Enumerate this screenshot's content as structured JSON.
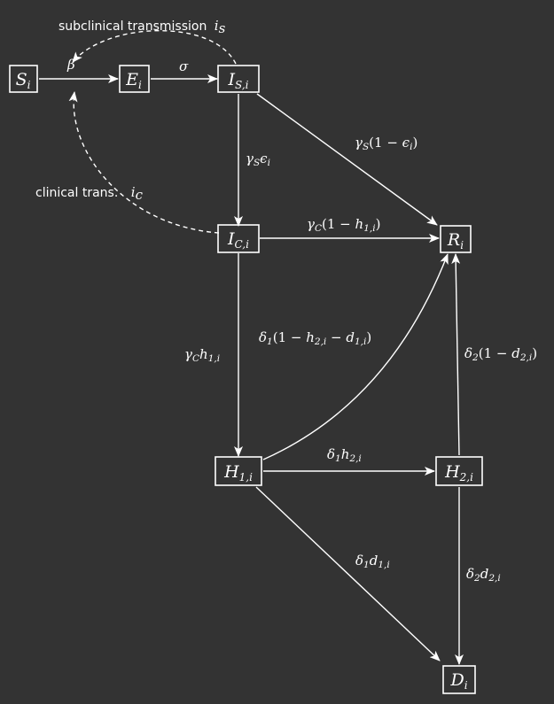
{
  "colors": {
    "background": "#333333",
    "foreground": "#ffffff"
  },
  "nodes": {
    "S": {
      "main": "S",
      "sub": "i"
    },
    "E": {
      "main": "E",
      "sub": "i"
    },
    "IS": {
      "main": "I",
      "sub": "S,i"
    },
    "IC": {
      "main": "I",
      "sub": "C,i"
    },
    "R": {
      "main": "R",
      "sub": "i"
    },
    "H1": {
      "main": "H",
      "sub": "1,i"
    },
    "H2": {
      "main": "H",
      "sub": "2,i"
    },
    "D": {
      "main": "D",
      "sub": "i"
    }
  },
  "labels": {
    "subclinical_text": "subclinical transmission",
    "subclinical_symbol": {
      "main": "i",
      "sub": "s"
    },
    "clinical_text": "clinical trans.",
    "clinical_symbol": {
      "main": "i",
      "sub": "c"
    },
    "beta": "β",
    "sigma": "σ",
    "gamma_s_eps": {
      "a": "γ",
      "a_sub": "S",
      "b": "ϵ",
      "b_sub": "i"
    },
    "gamma_s_1_eps": {
      "a": "γ",
      "a_sub": "S",
      "open": "(1 − ",
      "b": "ϵ",
      "b_sub": "i",
      "close": ")"
    },
    "gamma_c_1_h": {
      "a": "γ",
      "a_sub": "C",
      "open": "(1 − ",
      "b": "h",
      "b_sub": "1,i",
      "close": ")"
    },
    "gamma_c_h": {
      "a": "γ",
      "a_sub": "C",
      "b": "h",
      "b_sub": "1,i"
    },
    "delta1_expr": {
      "a": "δ",
      "a_sub": "1",
      "open": "(1 − ",
      "b": "h",
      "b_sub": "2,i",
      "mid": " − ",
      "c": "d",
      "c_sub": "1,i",
      "close": ")"
    },
    "delta2_expr": {
      "a": "δ",
      "a_sub": "2",
      "open": "(1 − ",
      "b": "d",
      "b_sub": "2,i",
      "close": ")"
    },
    "delta1_h2": {
      "a": "δ",
      "a_sub": "1",
      "b": "h",
      "b_sub": "2,i"
    },
    "delta1_d1": {
      "a": "δ",
      "a_sub": "1",
      "b": "d",
      "b_sub": "1,i"
    },
    "delta2_d2": {
      "a": "δ",
      "a_sub": "2",
      "b": "d",
      "b_sub": "2,i"
    }
  }
}
